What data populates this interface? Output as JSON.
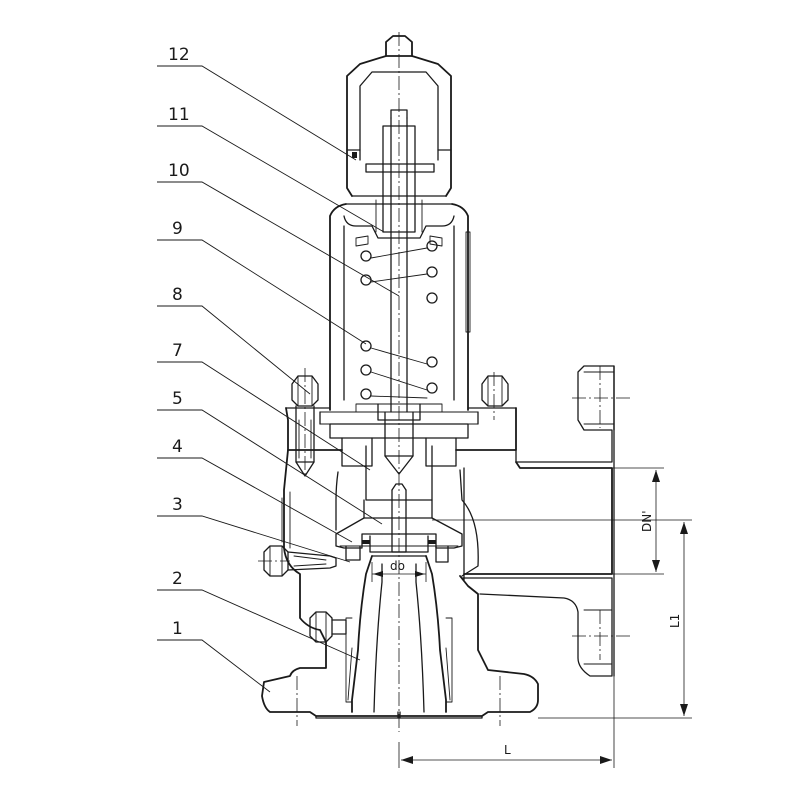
{
  "diagram": {
    "part_numbers": [
      "12",
      "11",
      "10",
      "9",
      "8",
      "7",
      "5",
      "4",
      "3",
      "2",
      "1"
    ],
    "dimensions": {
      "dn": "DN'",
      "do": "do",
      "l1": "L1",
      "l": "L"
    },
    "colors": {
      "line": "#1a1a1a",
      "background": "#ffffff"
    }
  }
}
